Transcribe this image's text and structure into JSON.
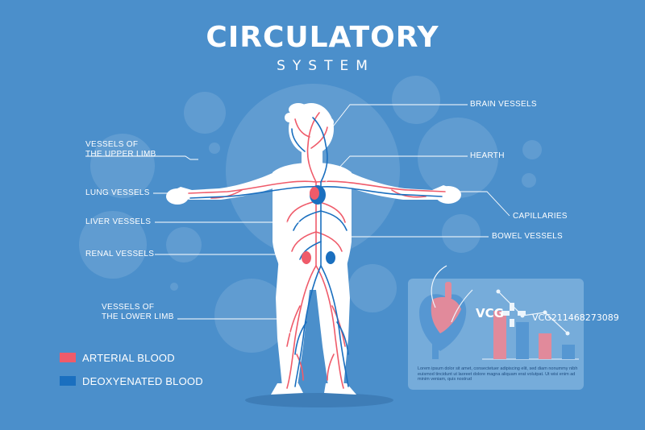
{
  "title": "CIRCULATORY",
  "subtitle": "SYSTEM",
  "labels": {
    "upper_limb_line1": "VESSELS OF",
    "upper_limb_line2": "THE UPPER LIMB",
    "lung": "LUNG VESSELS",
    "liver": "LIVER VESSELS",
    "renal": "RENAL VESSELS",
    "lower_limb_line1": "VESSELS OF",
    "lower_limb_line2": "THE LOWER LIMB",
    "brain": "BRAIN VESSELS",
    "hearth": "HEARTH",
    "capillaries": "CAPILLARIES",
    "bowel": "BOWEL VESSELS"
  },
  "legend": {
    "arterial": {
      "label": "ARTERIAL BLOOD",
      "color": "#ef5b6a"
    },
    "deoxygenated": {
      "label": "DEOXYENATED BLOOD",
      "color": "#1a6fbf"
    }
  },
  "panel_text": "Lorem ipsum dolor sit amet, consectetuer adipiscing elit, sed diam nonummy nibh euismod tincidunt ut laoreet dolore magna aliquam erat volutpat. Ut wisi enim ad minim veniam, quis nostrud",
  "watermark": {
    "logo": "VCG",
    "id": "VCG211468273089"
  },
  "colors": {
    "background": "#4b8fcb",
    "body": "#ffffff",
    "arterial": "#ef5b6a",
    "venous": "#1a6fbf"
  }
}
